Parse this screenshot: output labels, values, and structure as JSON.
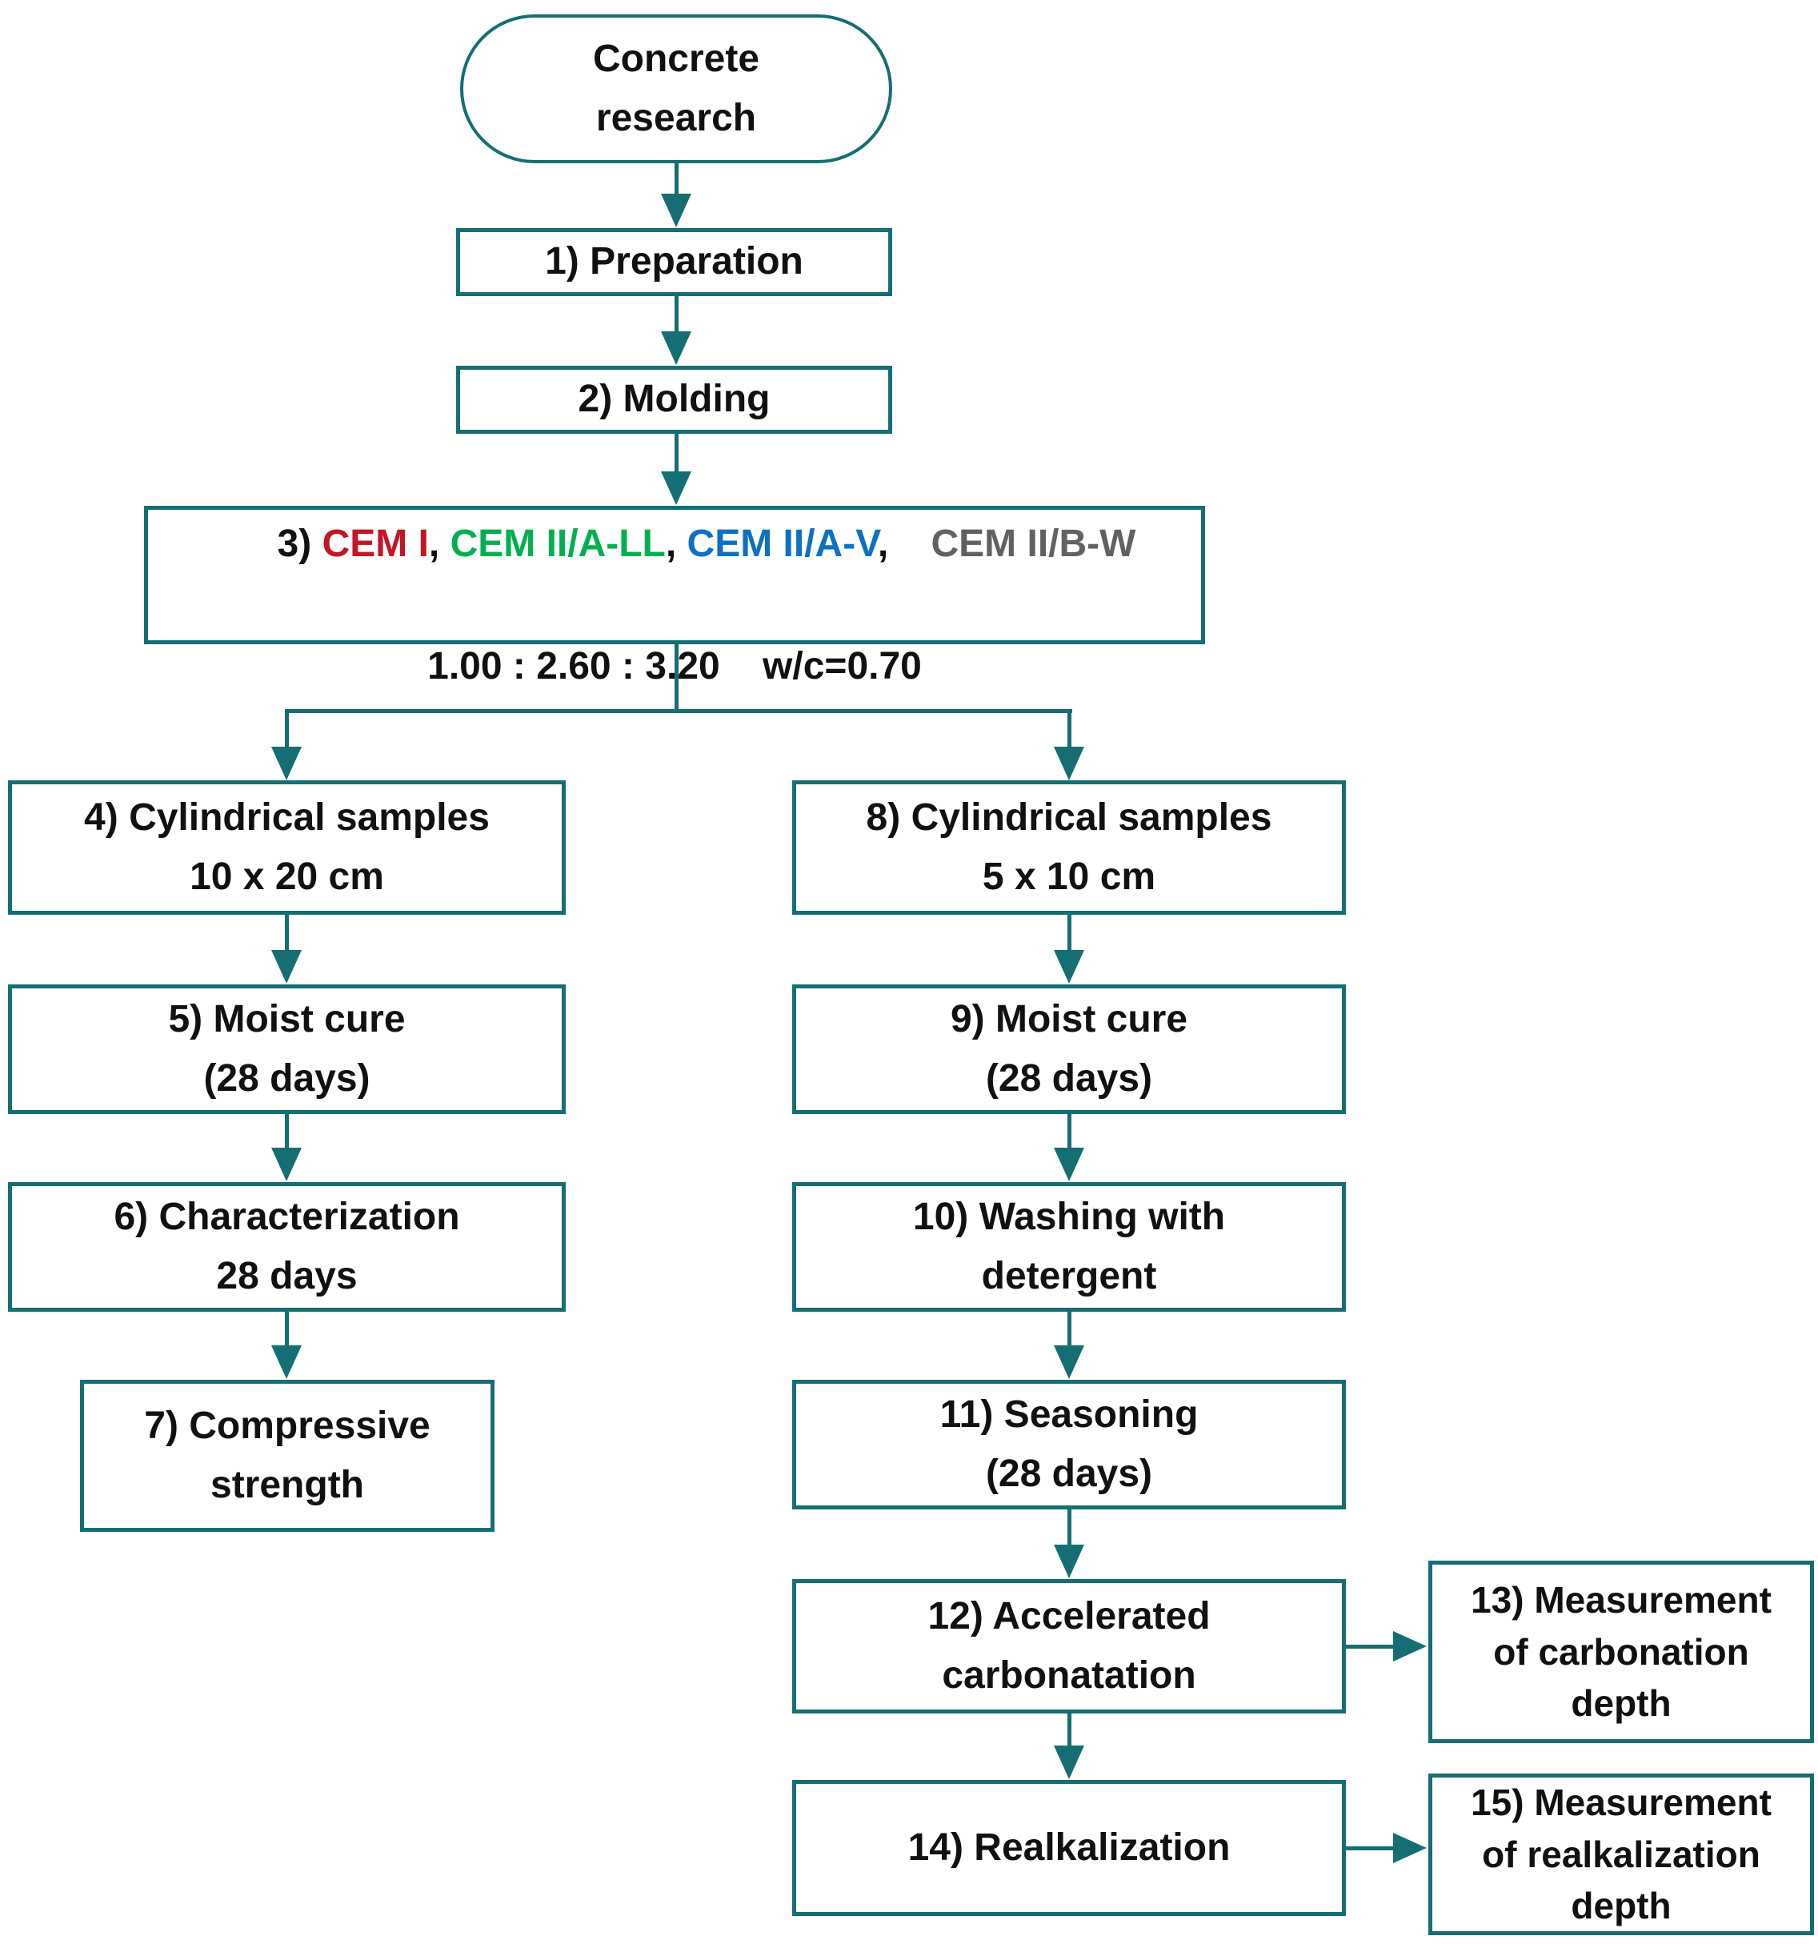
{
  "colors": {
    "line": "#146e73",
    "ink": "#111111",
    "red": "#c51423",
    "green": "#00b050",
    "blue": "#0d70c4",
    "gray": "#616161",
    "black": "#111111",
    "background": "#ffffff"
  },
  "nodes": {
    "start": {
      "lines": [
        "Concrete",
        "research"
      ]
    },
    "step1": {
      "label": "1) Preparation"
    },
    "step2": {
      "label": "2) Molding"
    },
    "step3": {
      "segments": [
        {
          "text": "3) ",
          "color": "black"
        },
        {
          "text": "CEM I",
          "color": "red"
        },
        {
          "text": ", ",
          "color": "black"
        },
        {
          "text": "CEM II/A-LL",
          "color": "green"
        },
        {
          "text": ", ",
          "color": "black"
        },
        {
          "text": "CEM II/A-V",
          "color": "blue"
        },
        {
          "text": ",    ",
          "color": "black"
        },
        {
          "text": "CEM II/B-W",
          "color": "gray"
        }
      ],
      "mix_ratio": "1.00 : 2.60 : 3.20    w/c=0.70"
    },
    "step4": {
      "lines": [
        "4) Cylindrical samples",
        "10 x 20 cm"
      ]
    },
    "step5": {
      "lines": [
        "5) Moist cure",
        "(28 days)"
      ]
    },
    "step6": {
      "lines": [
        "6) Characterization",
        "28 days"
      ]
    },
    "step7": {
      "lines": [
        "7) Compressive",
        "strength"
      ]
    },
    "step8": {
      "lines": [
        "8) Cylindrical samples",
        "5 x 10 cm"
      ]
    },
    "step9": {
      "lines": [
        "9) Moist cure",
        "(28 days)"
      ]
    },
    "step10": {
      "lines": [
        "10) Washing with",
        "detergent"
      ]
    },
    "step11": {
      "lines": [
        "11) Seasoning",
        "(28 days)"
      ]
    },
    "step12": {
      "lines": [
        "12) Accelerated",
        "carbonatation"
      ]
    },
    "step13": {
      "lines": [
        "13) Measurement",
        "of carbonation",
        "depth"
      ]
    },
    "step14": {
      "label": "14) Realkalization"
    },
    "step15": {
      "lines": [
        "15) Measurement",
        "of realkalization",
        "depth"
      ]
    }
  }
}
